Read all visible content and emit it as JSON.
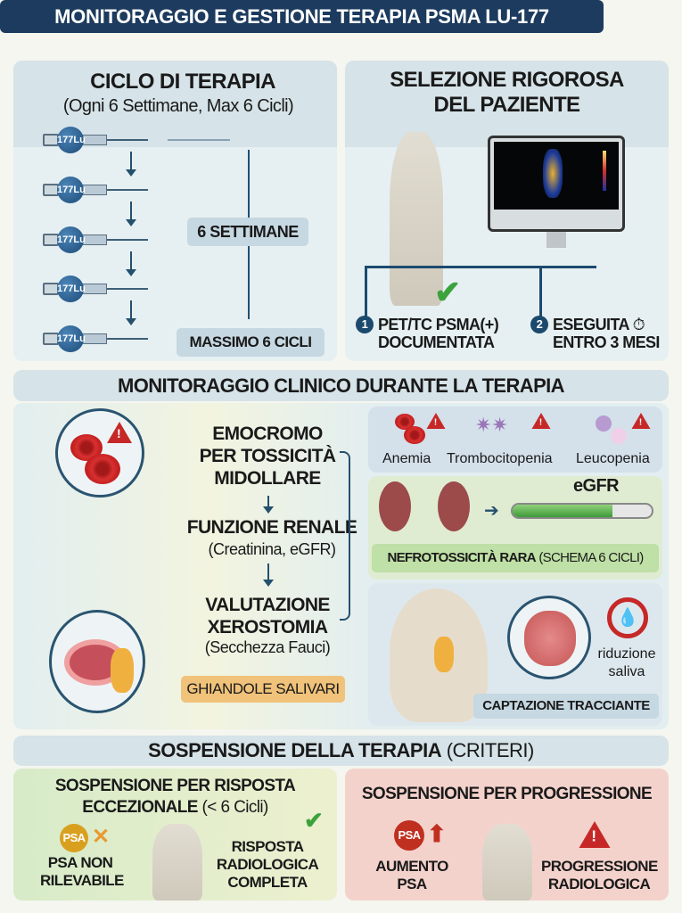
{
  "title": "MONITORAGGIO E GESTIONE TERAPIA PSMA LU-177",
  "ciclo": {
    "title": "CICLO DI TERAPIA",
    "subtitle": "(Ogni 6 Settimane, Max 6 Cicli)",
    "isotope": "177Lu",
    "interval": "6 SETTIMANE",
    "max": "MASSIMO 6 CICLI"
  },
  "selezione": {
    "title_line1": "SELEZIONE RIGOROSA",
    "title_line2": "DEL PAZIENTE",
    "criteria": [
      {
        "num": "1",
        "line1": "PET/TC PSMA(+)",
        "line2": "DOCUMENTATA"
      },
      {
        "num": "2",
        "line1": "ESEGUITA",
        "line2": "ENTRO 3 MESI"
      }
    ]
  },
  "monitoraggio": {
    "title": "MONITORAGGIO CLINICO DURANTE LA TERAPIA",
    "emocromo": [
      "EMOCROMO",
      "PER TOSSICITÀ",
      "MIDOLLARE"
    ],
    "renale": {
      "title": "FUNZIONE RENALE",
      "sub": "(Creatinina, eGFR)"
    },
    "xerostomia": {
      "line1": "VALUTAZIONE",
      "line2": "XEROSTOMIA",
      "sub": "(Secchezza Fauci)"
    },
    "cytopenias": [
      "Anemia",
      "Trombocitopenia",
      "Leucopenia"
    ],
    "egfr_label": "eGFR",
    "egfr_level": 0.72,
    "nefro_bold": "NEFROTOSSICITÀ RARA",
    "nefro_rest": "(SCHEMA 6 CICLI)",
    "ghiandole": "GHIANDOLE SALIVARI",
    "riduzione": [
      "riduzione",
      "saliva"
    ],
    "captazione": "CAPTAZIONE TRACCIANTE"
  },
  "sospensione": {
    "title_bold": "SOSPENSIONE DELLA TERAPIA",
    "title_rest": "(CRITERI)",
    "risposta": {
      "title_line1": "SOSPENSIONE PER RISPOSTA",
      "title_line2_bold": "ECCEZIONALE",
      "title_line2_rest": "(< 6 Cicli)",
      "psa_badge": "PSA",
      "psa": [
        "PSA NON",
        "RILEVABILE"
      ],
      "radio": [
        "RISPOSTA",
        "RADIOLOGICA",
        "COMPLETA"
      ]
    },
    "progressione": {
      "title": "SOSPENSIONE PER PROGRESSIONE",
      "psa_badge": "PSA",
      "psa": [
        "AUMENTO",
        "PSA"
      ],
      "radio": [
        "PROGRESSIONE",
        "RADIOLOGICA"
      ]
    }
  },
  "colors": {
    "navy": "#1c3b5e",
    "green": "#d7ebc8",
    "red": "#f4d2cc",
    "orange": "#f0c27a"
  }
}
